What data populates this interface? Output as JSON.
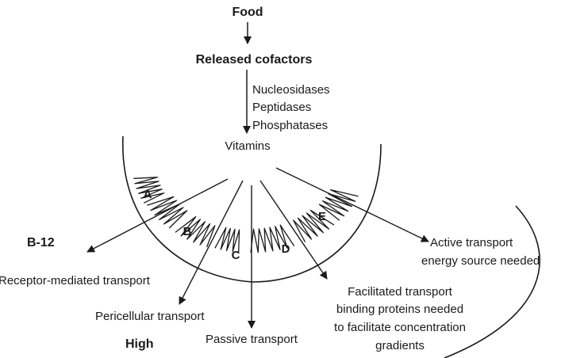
{
  "top": {
    "food": "Food",
    "released": "Released cofactors",
    "enzymes": [
      "Nucleosidases",
      "Peptidases",
      "Phosphatases"
    ],
    "vitamins": "Vitamins"
  },
  "segments": {
    "a": "A",
    "b": "B",
    "c": "C",
    "d": "D",
    "e": "E"
  },
  "pathways": {
    "b12": "B-12",
    "receptor": "Receptor-mediated transport",
    "pericellular": "Pericellular transport",
    "high": "High",
    "passive": "Passive transport",
    "facilitated": [
      "Facilitated transport",
      "binding proteins needed",
      "to facilitate concentration",
      "gradients"
    ],
    "active": [
      "Active transport",
      "energy source needed"
    ]
  }
}
